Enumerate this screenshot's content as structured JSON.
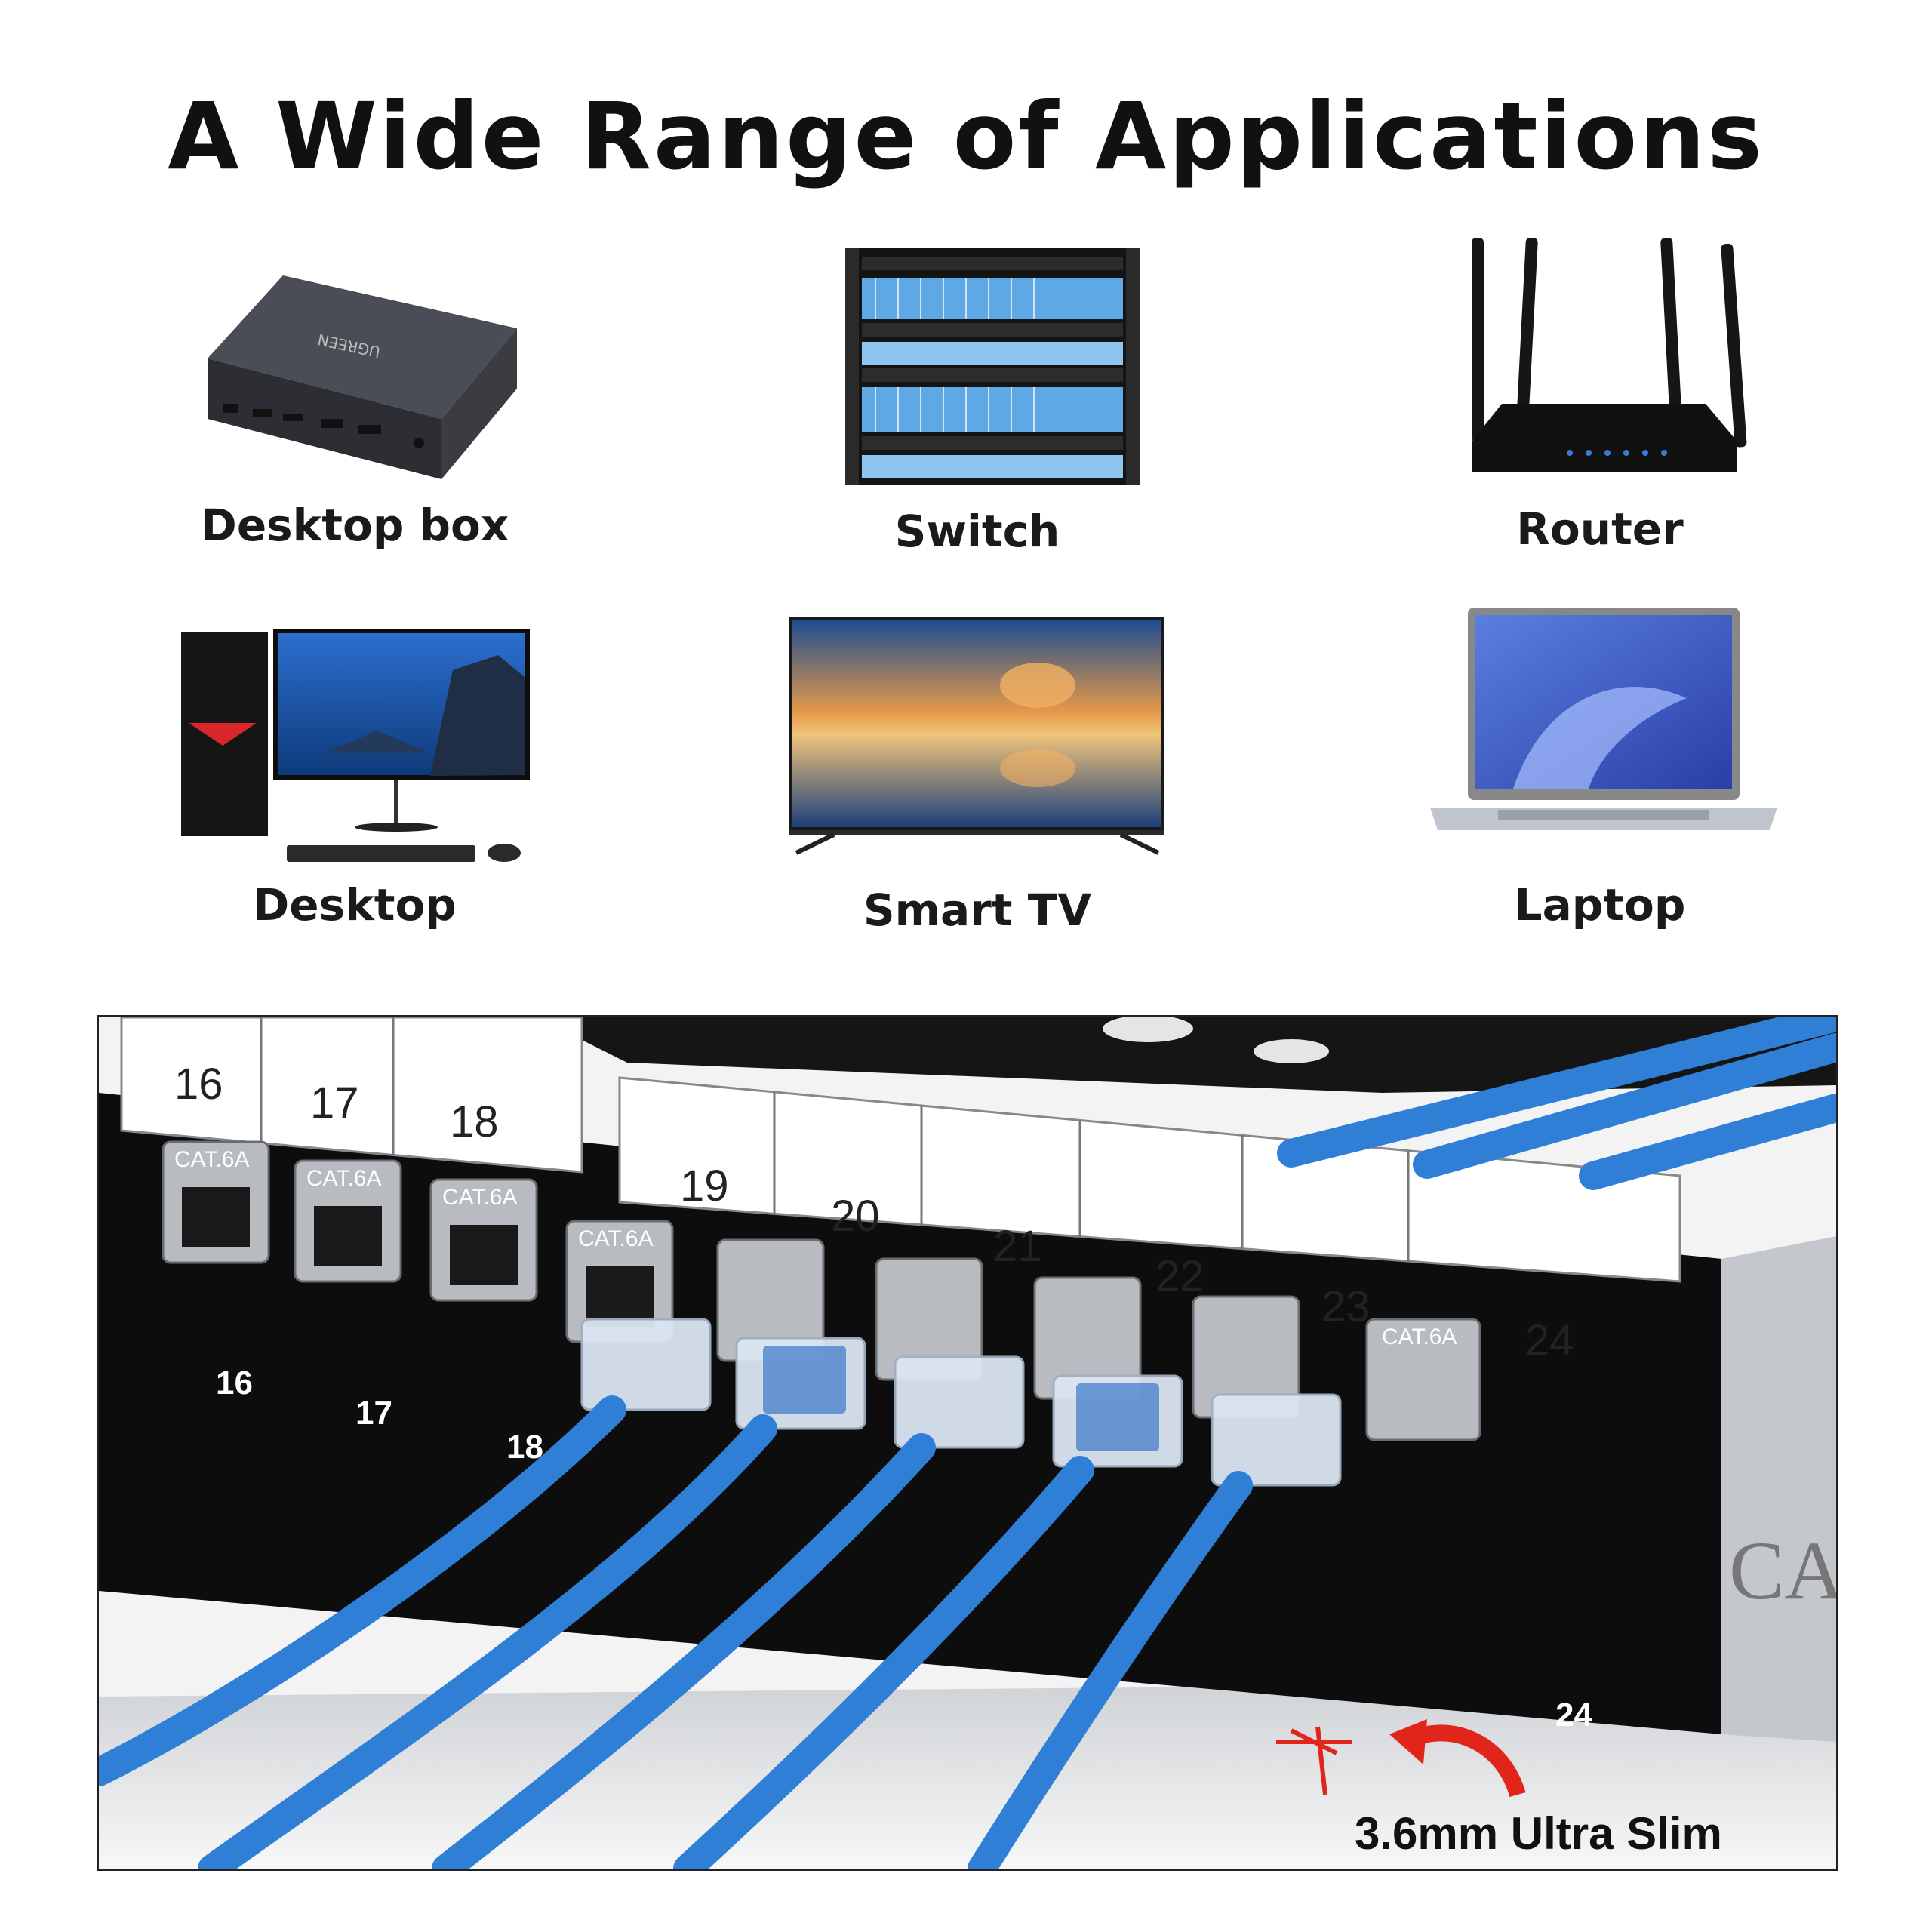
{
  "title": "A Wide Range of Applications",
  "applications": [
    {
      "label": "Desktop box",
      "icon": "mini-pc-icon",
      "brand_mark": "UGREEN"
    },
    {
      "label": "Switch",
      "icon": "network-rack-icon"
    },
    {
      "label": "Router",
      "icon": "wifi-router-icon"
    },
    {
      "label": "Desktop",
      "icon": "desktop-computer-icon"
    },
    {
      "label": "Smart TV",
      "icon": "smart-tv-icon"
    },
    {
      "label": "Laptop",
      "icon": "laptop-icon"
    }
  ],
  "patch_panel": {
    "label_strip_left": [
      "16",
      "17",
      "18"
    ],
    "label_strip_right": [
      "19",
      "20",
      "21",
      "22",
      "23",
      "24"
    ],
    "port_numbers_left": [
      "16",
      "17",
      "18"
    ],
    "port_numbers_right": [
      "24"
    ],
    "port_marking": "CAT.6A",
    "side_marking": "CAT",
    "cable_color": "#2f7fd6",
    "highlight_color": "#e1251b"
  },
  "callout": "3.6mm Ultra Slim"
}
